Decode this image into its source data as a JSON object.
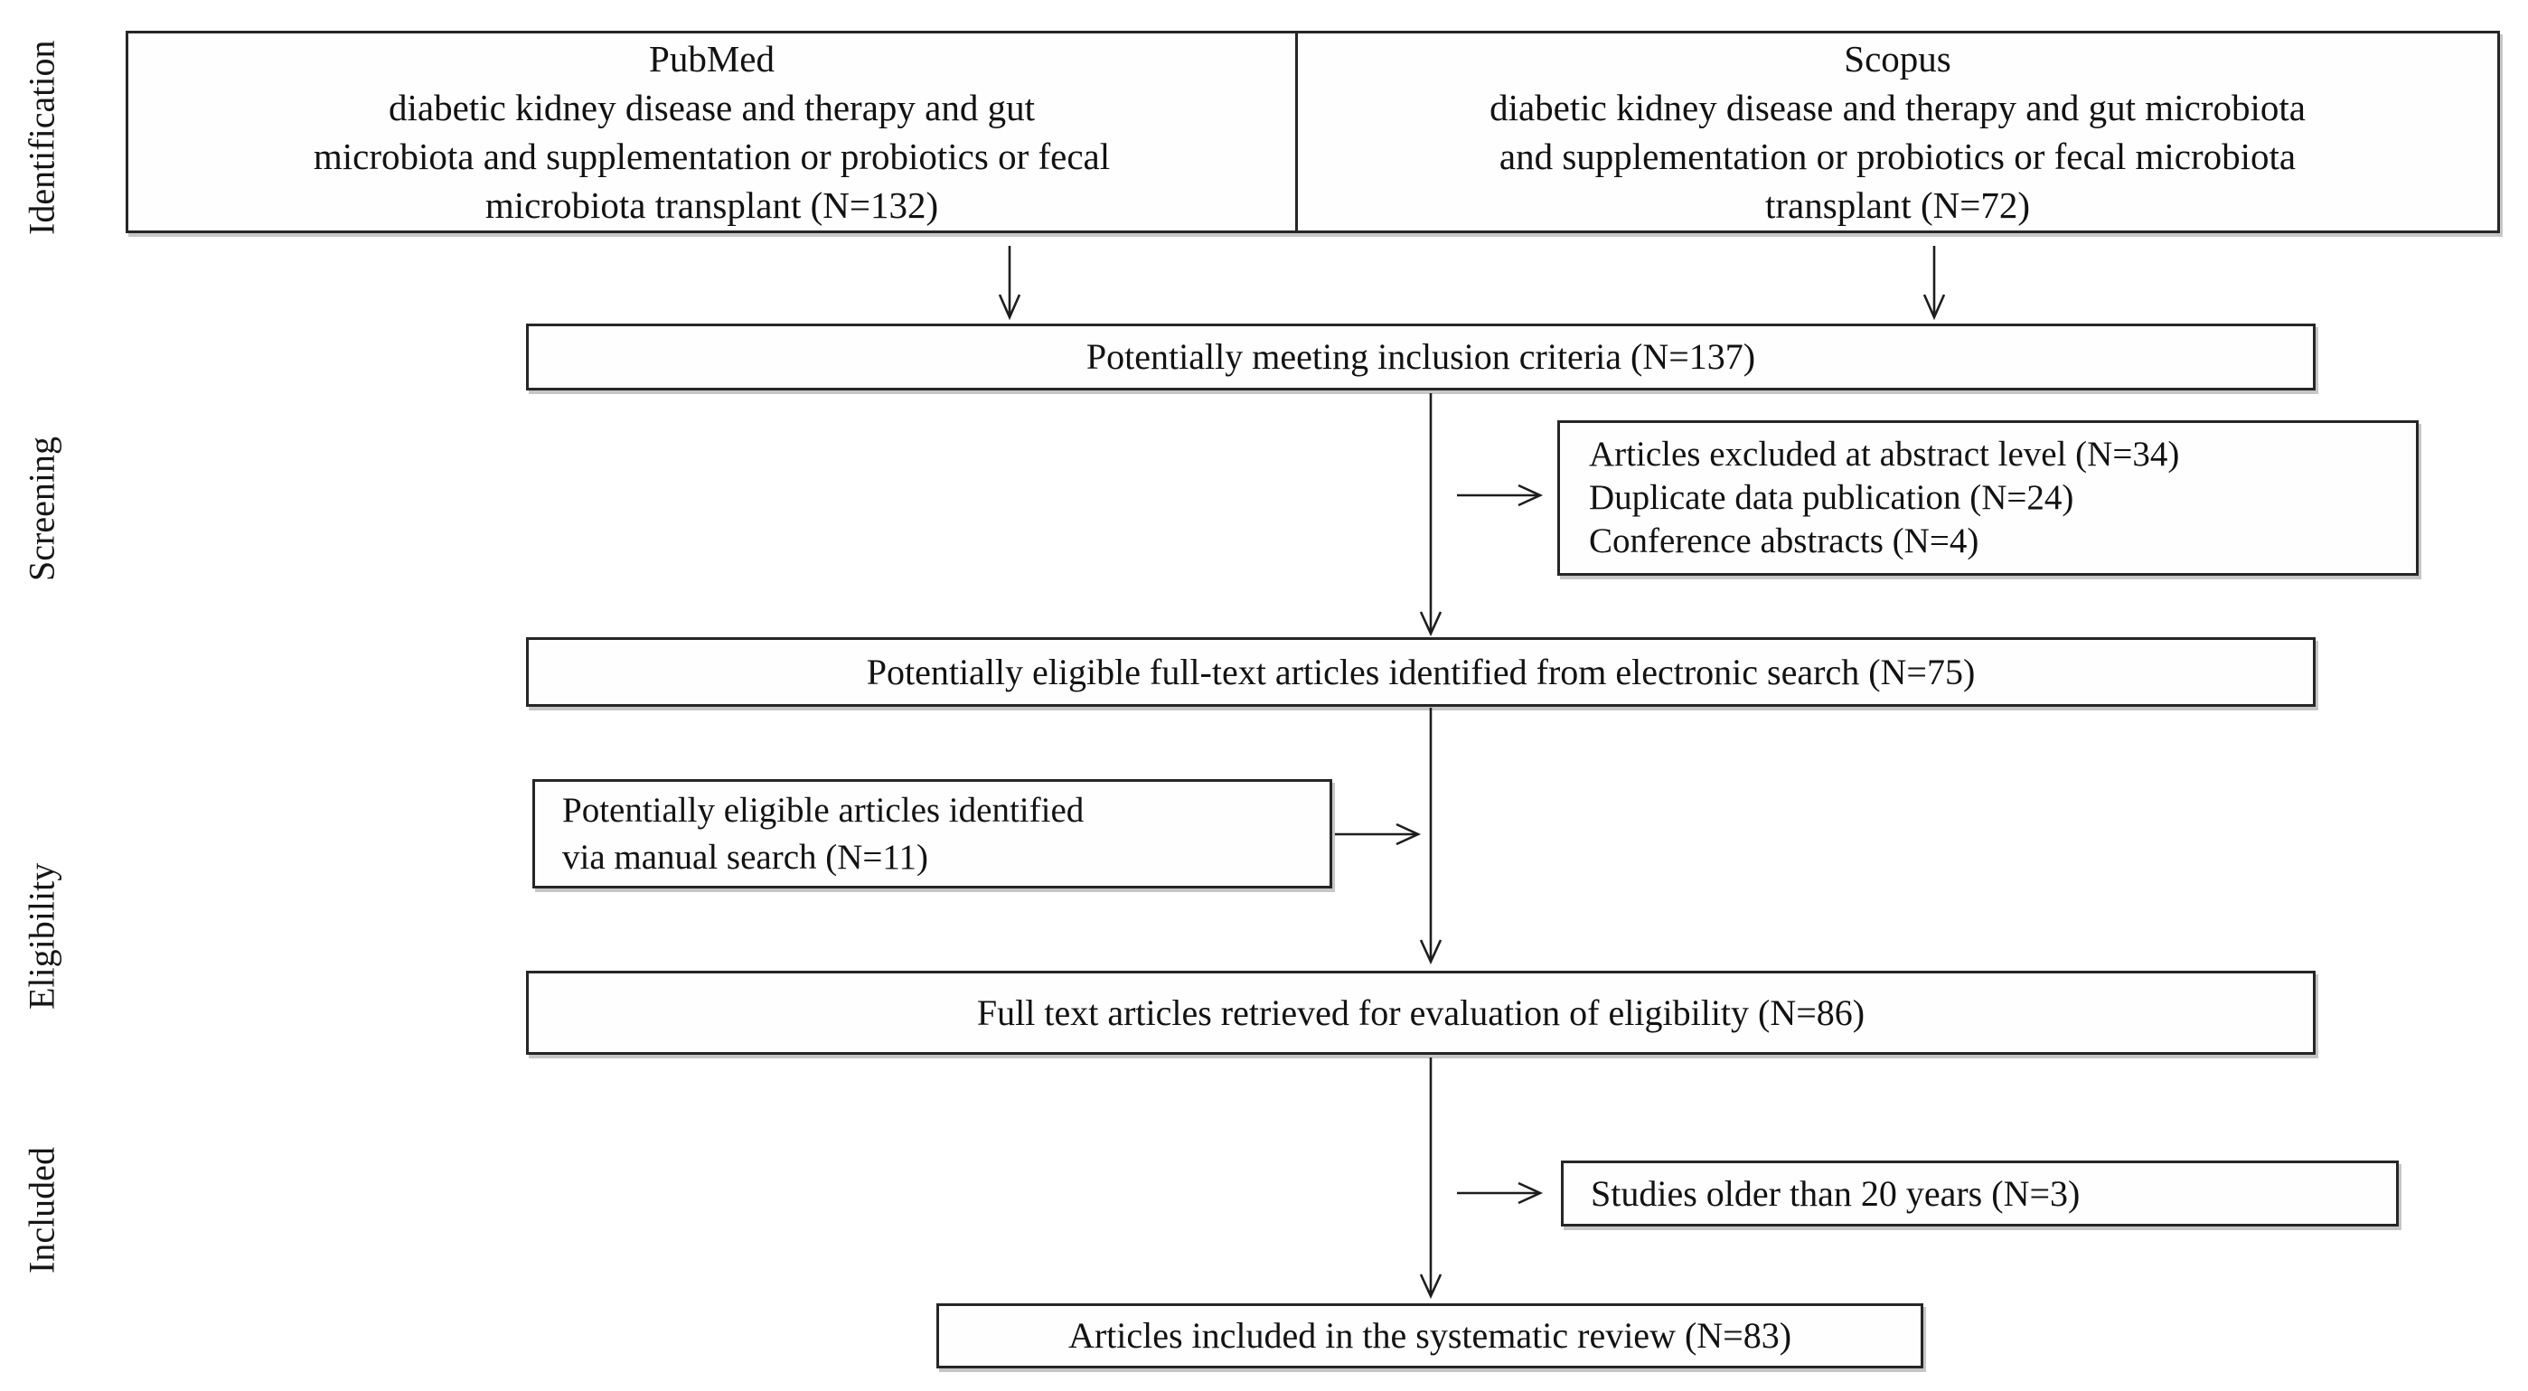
{
  "colors": {
    "background": "#ffffff",
    "border": "#262626",
    "text": "#121212",
    "shadow": "#c6c6c6"
  },
  "stages": [
    "Identification",
    "Screening",
    "Eligibility",
    "Included"
  ],
  "boxes": {
    "pubmed": {
      "title": "PubMed",
      "lines": [
        "diabetic kidney disease and therapy and gut",
        "microbiota and supplementation or probiotics or fecal",
        "microbiota transplant (N=132)"
      ]
    },
    "scopus": {
      "title": "Scopus",
      "lines": [
        "diabetic kidney disease and therapy and gut microbiota",
        "and supplementation or probiotics or fecal microbiota",
        "transplant (N=72)"
      ]
    },
    "inclusion": {
      "text": "Potentially meeting inclusion criteria (N=137)"
    },
    "excluded": {
      "lines": [
        "Articles excluded at abstract level (N=34)",
        "Duplicate data publication (N=24)",
        "Conference abstracts (N=4)"
      ]
    },
    "electronic": {
      "text": "Potentially eligible full-text articles identified from electronic search (N=75)"
    },
    "manual": {
      "lines": [
        "Potentially eligible articles identified",
        "via manual search (N=11)"
      ]
    },
    "fulltext": {
      "text": "Full text articles retrieved for evaluation of eligibility (N=86)"
    },
    "older": {
      "text": "Studies older than 20 years (N=3)"
    },
    "included": {
      "text": "Articles included in the systematic review (N=83)"
    }
  }
}
